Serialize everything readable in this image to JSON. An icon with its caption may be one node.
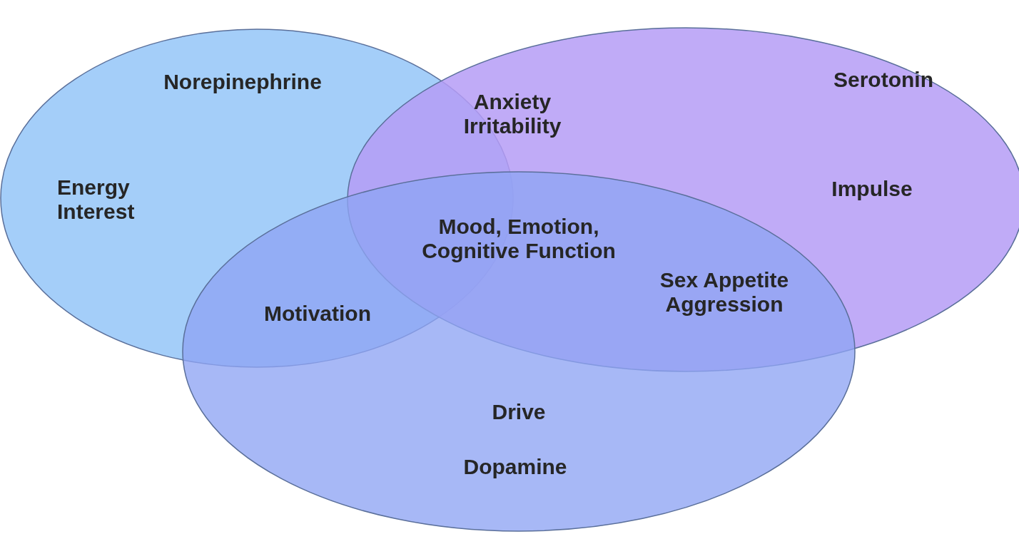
{
  "diagram": {
    "nodes": [
      {
        "text": [
          "Norepinephrine",
          "Energy Interest"
        ]
      },
      {
        "text": [
          "Serotonin",
          "Impulse"
        ]
      },
      {
        "text": [
          "Drive",
          "Dopamine"
        ]
      }
    ],
    "labels": [
      "Anxiety Irritability",
      "Mood, Emotion, Cognitive Function",
      "Motivation",
      "Sex Appetite Aggression"
    ]
  }
}
